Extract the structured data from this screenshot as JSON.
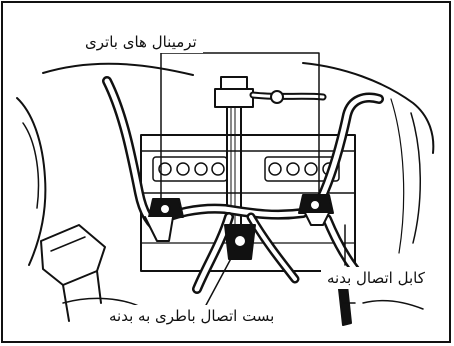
{
  "labels": {
    "battery_terminals": "ترمینال های باتری",
    "body_ground_cable": "کابل اتصال بدنه",
    "battery_to_body_strap": "بست اتصال باطری به بدنه"
  },
  "colors": {
    "ink": "#111111",
    "paper": "#ffffff"
  }
}
